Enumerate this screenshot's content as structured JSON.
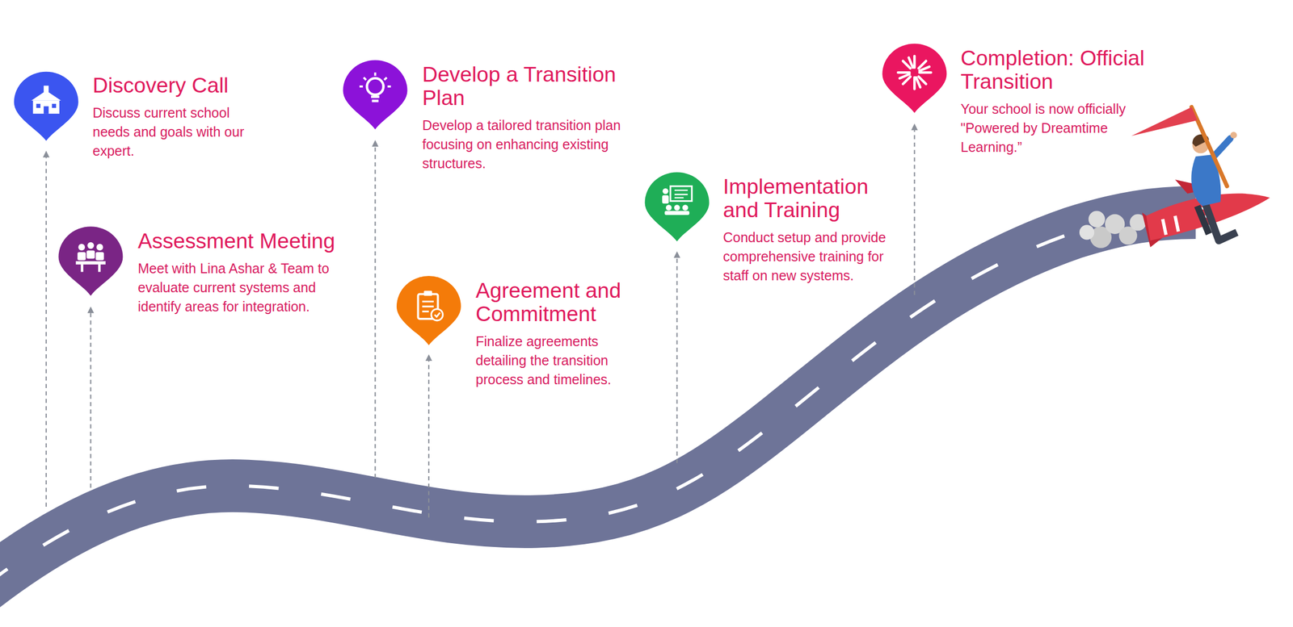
{
  "diagram": {
    "nodes": [
      {
        "text": [
          "Discovery Call",
          "Discuss current school needs and goals with our expert."
        ]
      },
      {
        "text": [
          "Assessment Meeting",
          "Meet with Lina Ashar & Team to evaluate current systems and identify areas for integration."
        ]
      },
      {
        "text": [
          "Develop a Transition Plan",
          "Develop a tailored transition plan focusing on enhancing existing structures."
        ]
      },
      {
        "text": [
          "Agreement and Commitment",
          "Finalize agreements detailing the transition process and timelines."
        ]
      },
      {
        "text": [
          "Implementation and Training",
          "Conduct setup and provide comprehensive training for staff on new systems."
        ]
      },
      {
        "text": [
          "Completion: Official Transition",
          "Your school is now officially \"Powered by Dreamtime Learning.”"
        ]
      }
    ]
  }
}
